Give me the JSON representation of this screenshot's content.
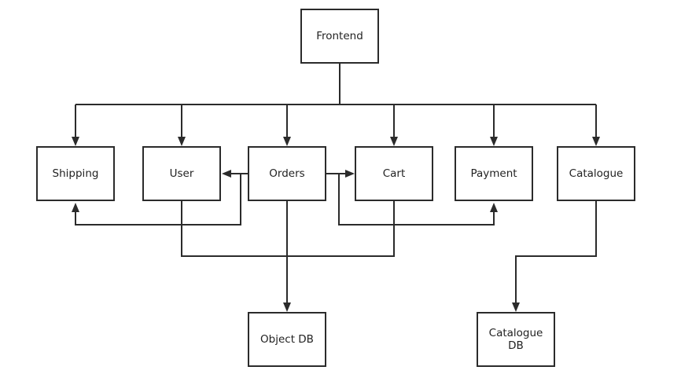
{
  "nodes": {
    "frontend": {
      "label": "Frontend"
    },
    "shipping": {
      "label": "Shipping"
    },
    "user": {
      "label": "User"
    },
    "orders": {
      "label": "Orders"
    },
    "cart": {
      "label": "Cart"
    },
    "payment": {
      "label": "Payment"
    },
    "catalogue": {
      "label": "Catalogue"
    },
    "object_db": {
      "label": "Object DB"
    },
    "catalogue_db": {
      "label_line1": "Catalogue",
      "label_line2": "DB"
    }
  },
  "edges": [
    {
      "from": "Frontend",
      "to": "Shipping"
    },
    {
      "from": "Frontend",
      "to": "User"
    },
    {
      "from": "Frontend",
      "to": "Orders"
    },
    {
      "from": "Frontend",
      "to": "Cart"
    },
    {
      "from": "Frontend",
      "to": "Payment"
    },
    {
      "from": "Frontend",
      "to": "Catalogue"
    },
    {
      "from": "Orders",
      "to": "User"
    },
    {
      "from": "Orders",
      "to": "Cart"
    },
    {
      "from": "Orders",
      "to": "Shipping"
    },
    {
      "from": "Orders",
      "to": "Payment"
    },
    {
      "from": "Orders",
      "to": "Object DB"
    },
    {
      "from": "User",
      "to": "Object DB"
    },
    {
      "from": "Cart",
      "to": "Object DB"
    },
    {
      "from": "Catalogue",
      "to": "Catalogue DB"
    }
  ],
  "colors": {
    "line": "#2b2b2b",
    "box_border": "#2b2b2b",
    "text": "#222222"
  }
}
